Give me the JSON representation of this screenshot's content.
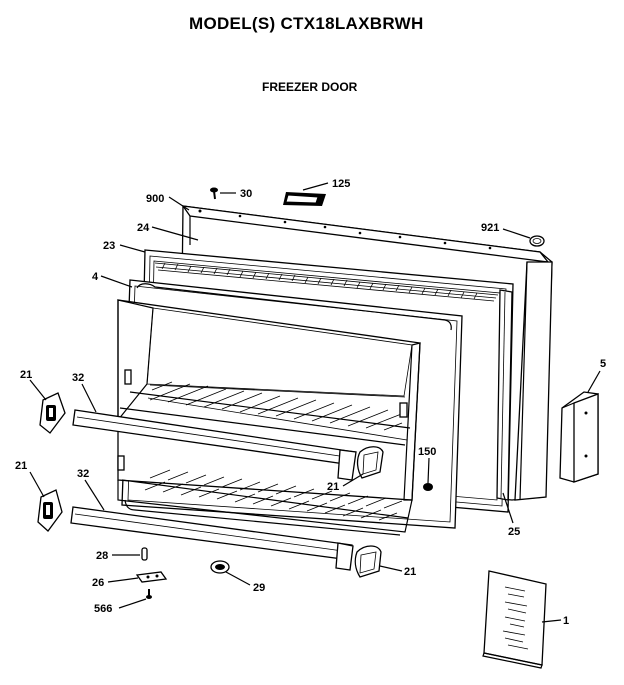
{
  "header": {
    "model": "MODEL(S) CTX18LAXBRWH",
    "section": "FREEZER DOOR"
  },
  "callouts": {
    "c900": "900",
    "c30": "30",
    "c125": "125",
    "c921": "921",
    "c24": "24",
    "c23": "23",
    "c4": "4",
    "c5": "5",
    "c21a": "21",
    "c32a": "32",
    "c21b": "21",
    "c32b": "32",
    "c150": "150",
    "c21c": "21",
    "c25": "25",
    "c28": "28",
    "c26": "26",
    "c29": "29",
    "c21d": "21",
    "c566": "566",
    "c1": "1"
  },
  "colors": {
    "ink": "#000000",
    "paper": "#ffffff"
  }
}
